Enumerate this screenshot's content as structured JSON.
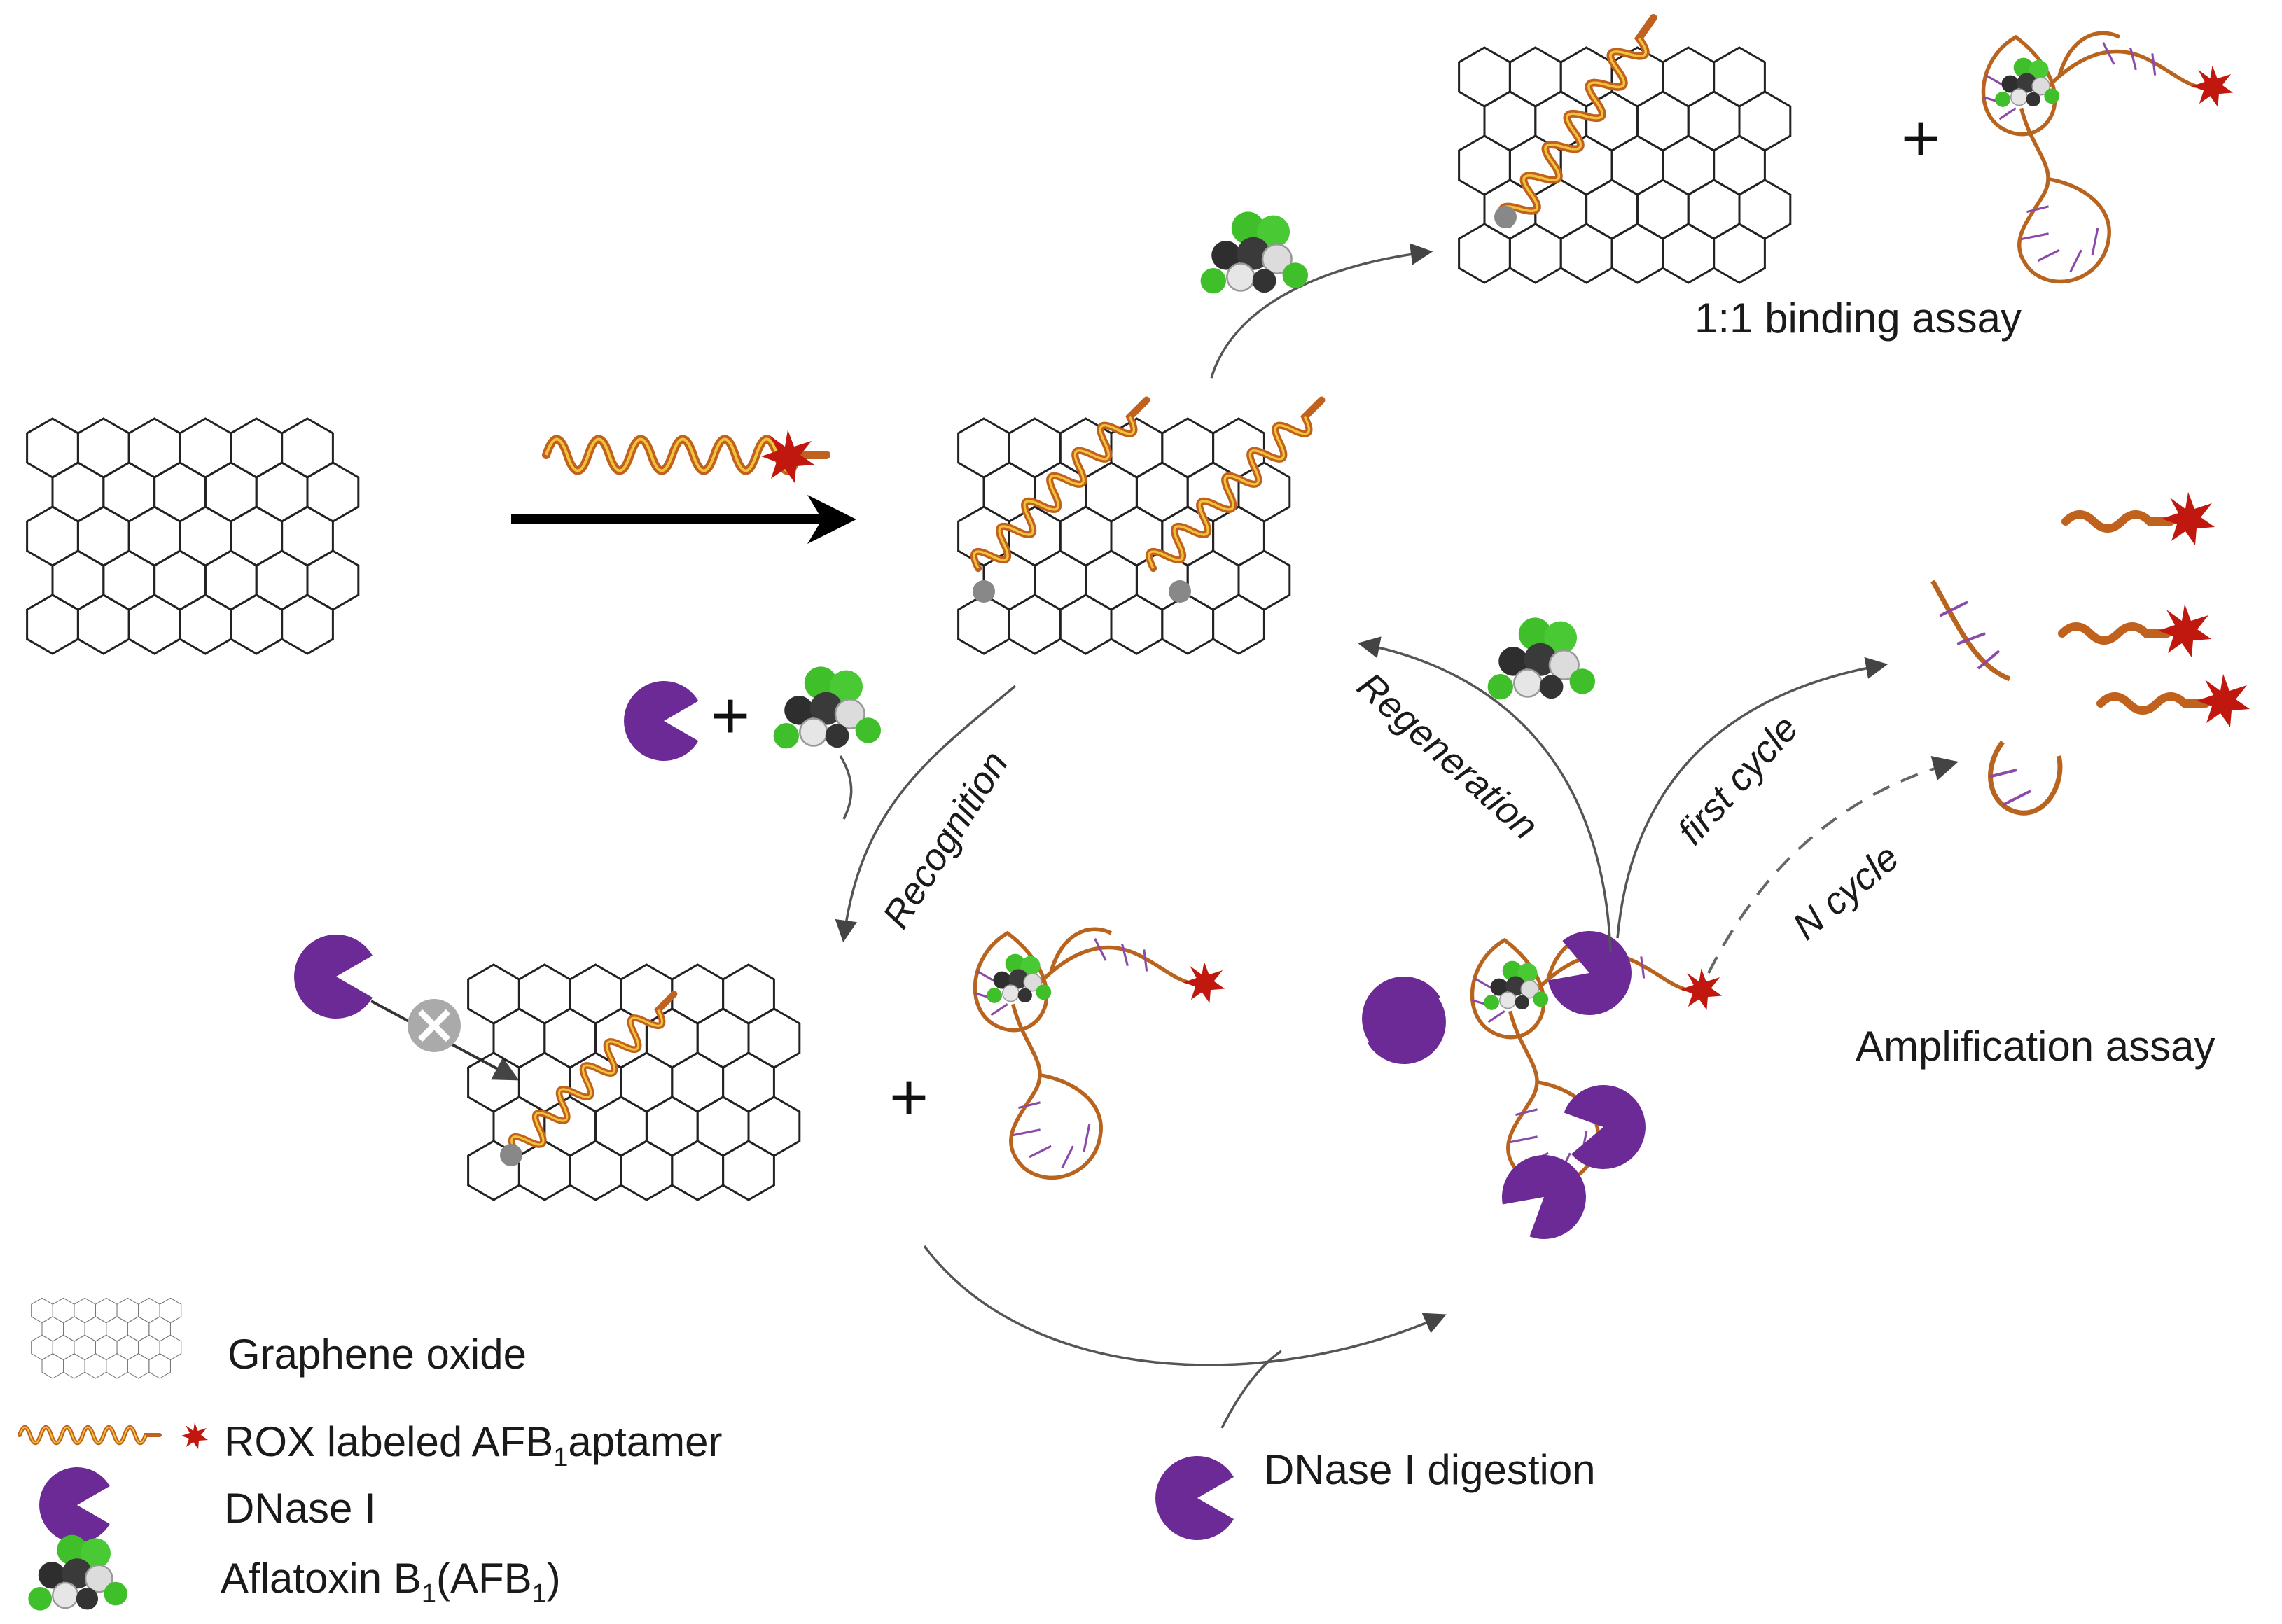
{
  "labels": {
    "binding_assay": "1:1 binding assay",
    "amplification_assay": "Amplification assay",
    "recognition": "Recognition",
    "regeneration": "Regeneration",
    "first_cycle": "first cycle",
    "n_cycle": "N cycle",
    "dnase_digestion": "DNase I digestion"
  },
  "operators": {
    "plus": "+"
  },
  "legend": {
    "graphene_oxide": "Graphene oxide",
    "aptamer_pre": "ROX labeled AFB",
    "aptamer_sub": "1",
    "aptamer_post": "aptamer",
    "dnase": "DNase I",
    "afb_pre": "Aflatoxin B",
    "afb_sub": "1",
    "afb_mid": "(AFB",
    "afb_sub2": "1",
    "afb_post": ")"
  },
  "colors": {
    "aptamer": "#c0621e",
    "rox_label": "#c0170f",
    "dnase": "#6b2a95",
    "afb_green": "#3fbf2a",
    "afb_dark": "#2a2a2a"
  },
  "icons": [
    "graphene-sheet-icon",
    "aptamer-strand-icon",
    "rox-star-icon",
    "dnase-pacman-icon",
    "aflatoxin-molecule-icon",
    "blocked-symbol-icon"
  ]
}
